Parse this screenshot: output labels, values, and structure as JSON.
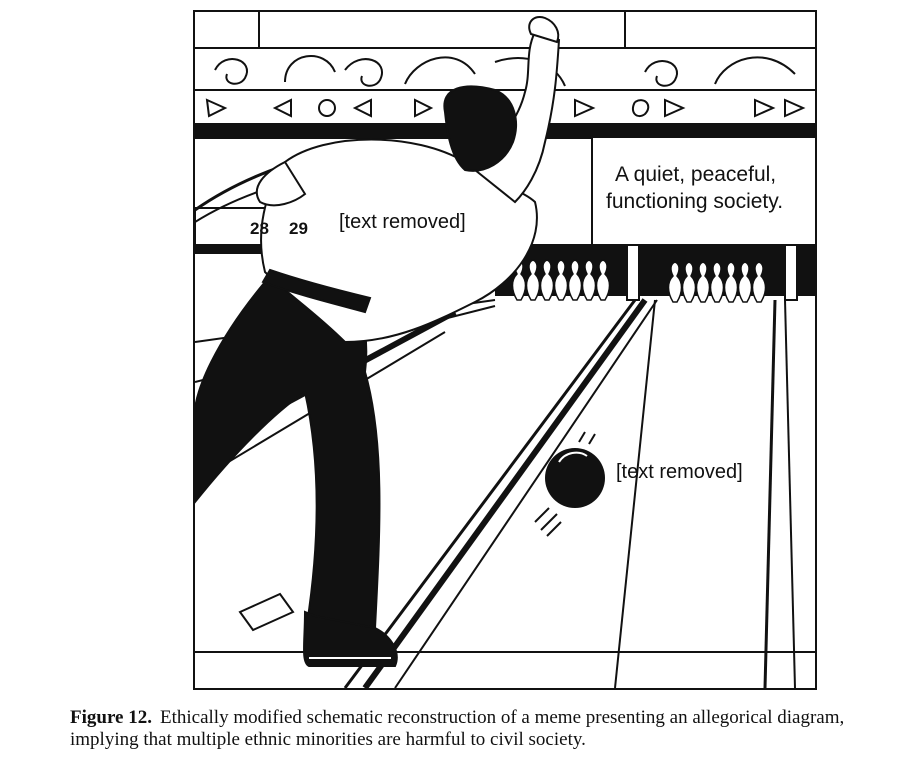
{
  "figure": {
    "sign_text_line1": "A quiet, peaceful,",
    "sign_text_line2": "functioning society.",
    "shirt_label": "[text removed]",
    "ball_label": "[text removed]",
    "score_left": "28",
    "score_right": "29"
  },
  "caption": {
    "label": "Figure 12.",
    "text": "Ethically modified schematic reconstruction of a meme presenting an allegorical diagram, implying that multiple ethnic minorities are harmful to civil society."
  },
  "colors": {
    "ink": "#111111",
    "paper": "#ffffff"
  }
}
